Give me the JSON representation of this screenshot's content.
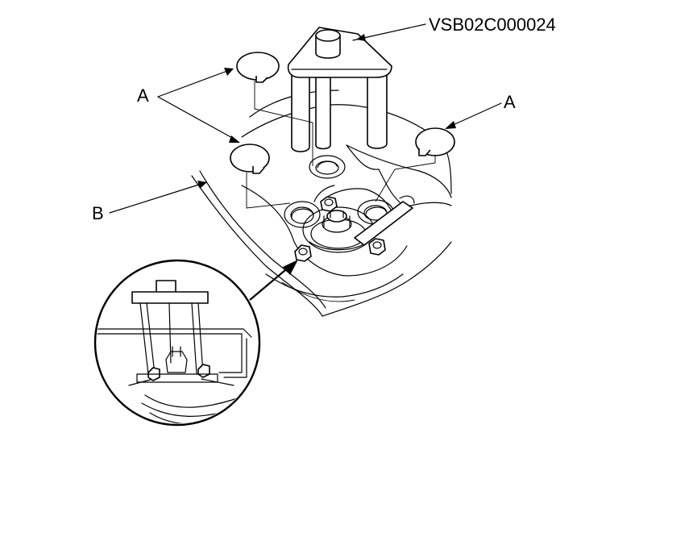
{
  "labels": {
    "tool": "VSB02C000024",
    "cap_left": "A",
    "cap_right": "A",
    "mount": "B"
  },
  "colors": {
    "line": "#000000",
    "background": "#ffffff"
  }
}
